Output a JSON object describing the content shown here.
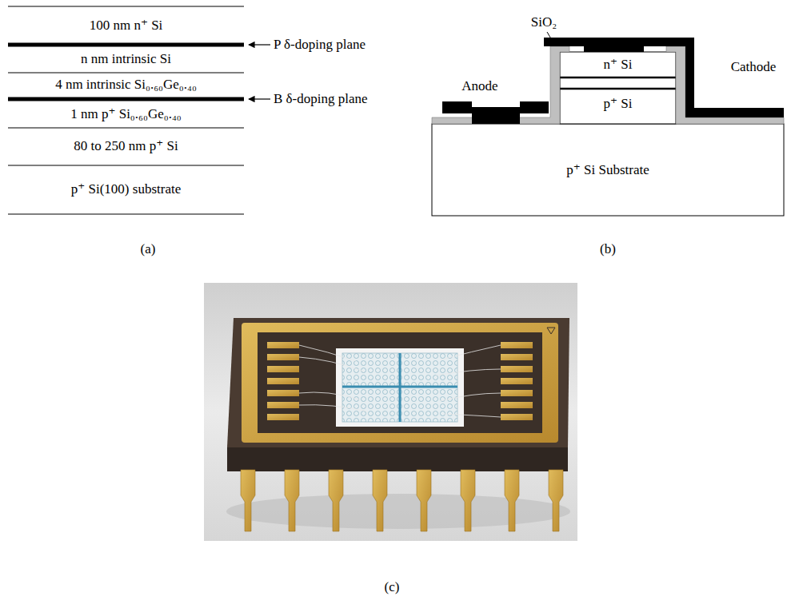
{
  "diagram": {
    "nodes": [
      {
        "text": [
          "100 nm n⁺ Si"
        ]
      },
      {
        "text": [
          "n nm intrinsic Si"
        ]
      },
      {
        "text": [
          "4 nm intrinsic Si₀.₆₀Ge₀.₄₀"
        ]
      },
      {
        "text": [
          "1 nm p⁺ Si₀.₆₀Ge₀.₄₀"
        ]
      },
      {
        "text": [
          "80 to 250 nm p⁺ Si"
        ]
      },
      {
        "text": [
          "p⁺ Si(100) substrate"
        ]
      },
      {
        "text": [
          "n⁺ Si"
        ]
      },
      {
        "text": [
          "p⁺ Si"
        ]
      },
      {
        "text": [
          "p⁺ Si Substrate"
        ]
      }
    ],
    "edges": [],
    "labels": [
      "P δ-doping plane",
      "B δ-doping plane",
      "(a)",
      "SiO₂",
      "Anode",
      "Cathode",
      "(b)",
      "(c)"
    ]
  }
}
